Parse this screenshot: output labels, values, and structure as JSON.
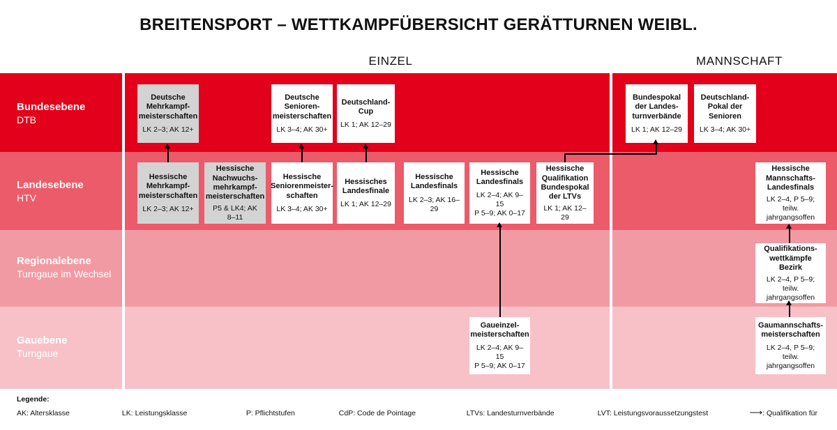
{
  "title": "BREITENSPORT – WETTKAMPFÜBERSICHT GERÄTTURNEN WEIBL.",
  "columns": {
    "einzel": "EINZEL",
    "mannschaft": "MANNSCHAFT"
  },
  "colors": {
    "bundesebene": "#e2001a",
    "landesebene": "#ec5b6a",
    "regionalebene": "#f29aa3",
    "gauebene": "#f7c1c7",
    "box_white": "#ffffff",
    "box_grey": "#d3d3d3",
    "connector": "#000000"
  },
  "levels": [
    {
      "name": "Bundesebene",
      "org": "DTB"
    },
    {
      "name": "Landesebene",
      "org": "HTV"
    },
    {
      "name": "Regionalebene",
      "org": "Turngaue im Wechsel"
    },
    {
      "name": "Gauebene",
      "org": "Turngaue"
    }
  ],
  "boxes": {
    "b1": {
      "title": "Deutsche Mehrkampf-meisterschaften",
      "sub": "LK 2–3; AK 12+"
    },
    "b2": {
      "title": "Deutsche Senioren-meisterschaften",
      "sub": "LK 3–4; AK 30+"
    },
    "b3": {
      "title": "Deutschland-Cup",
      "sub": "LK 1; AK 12–29"
    },
    "b4": {
      "title": "Bundespokal der Landes-turnverbände",
      "sub": "LK 1; AK 12–29"
    },
    "b5": {
      "title": "Deutschland-Pokal der Senioren",
      "sub": "LK 3–4; AK 30+"
    },
    "l1": {
      "title": "Hessische Mehrkampf-meisterschaften",
      "sub": "LK 2–3; AK 12+"
    },
    "l2": {
      "title": "Hessische Nachwuchs-mehrkampf-meisterschaften",
      "sub": "P5 & LK4; AK 8–11"
    },
    "l3": {
      "title": "Hessische Seniorenmeister-schaften",
      "sub": "LK 3–4; AK 30+"
    },
    "l4": {
      "title": "Hessisches Landesfinale",
      "sub": "LK 1; AK 12–29"
    },
    "l5": {
      "title": "Hessische Landesfinals",
      "sub": "LK 2–3; AK 16–29"
    },
    "l6": {
      "title": "Hessische Landesfinals",
      "sub": "LK 2–4; AK 9–15\nP 5–9; AK 0–17"
    },
    "l7": {
      "title": "Hessische Qualifikation Bundespokal der LTVs",
      "sub": "LK 1; AK 12–29"
    },
    "l8": {
      "title": "Hessische Mannschafts-Landesfinals",
      "sub": "LK 2–4, P 5–9;\nteilw. jahrgangsoffen"
    },
    "r1": {
      "title": "Qualifikations-wettkämpfe Bezirk",
      "sub": "LK 2–4, P 5–9;\nteilw. jahrgangsoffen"
    },
    "g1": {
      "title": "Gaueinzel-meisterschaften",
      "sub": "LK 2–4; AK 9–15\nP 5–9; AK 0–17"
    },
    "g2": {
      "title": "Gaumannschafts-meisterschaften",
      "sub": "LK 2–4, P 5–9;\nteilw. jahrgangsoffen"
    }
  },
  "legend": {
    "title": "Legende:",
    "items": [
      "AK: Altersklasse",
      "LK: Leistungsklasse",
      "P: Pflichtstufen",
      "CdP: Code de Pointage",
      "LTVs: Landesturnverbände",
      "LVT: Leistungsvoraussetzungstest"
    ],
    "arrow_symbol": "⟶",
    "arrow_text": ": Qualifikation für"
  }
}
